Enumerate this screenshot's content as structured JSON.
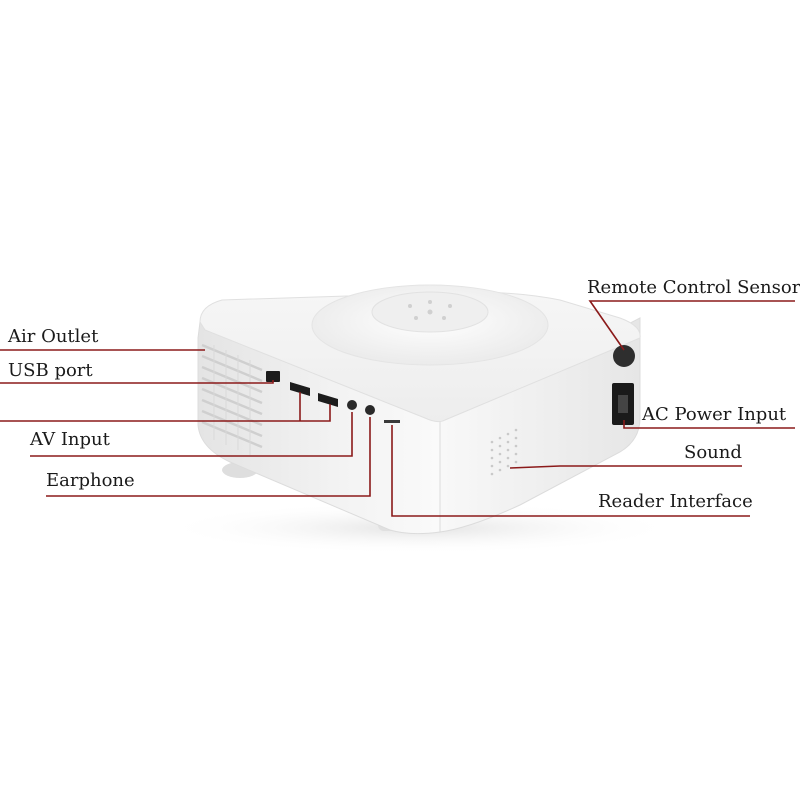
{
  "labels": {
    "air_outlet": "Air Outlet",
    "usb_port": "USB port",
    "av_input": "AV Input",
    "earphone": "Earphone",
    "remote_sensor": "Remote Control Sensor",
    "ac_power": "AC Power Input",
    "sound": "Sound",
    "reader_interface": "Reader Interface"
  },
  "colors": {
    "leader_line": "#8b1a1a",
    "device_body": "#f4f4f4",
    "port_dark": "#1c1c1c"
  }
}
